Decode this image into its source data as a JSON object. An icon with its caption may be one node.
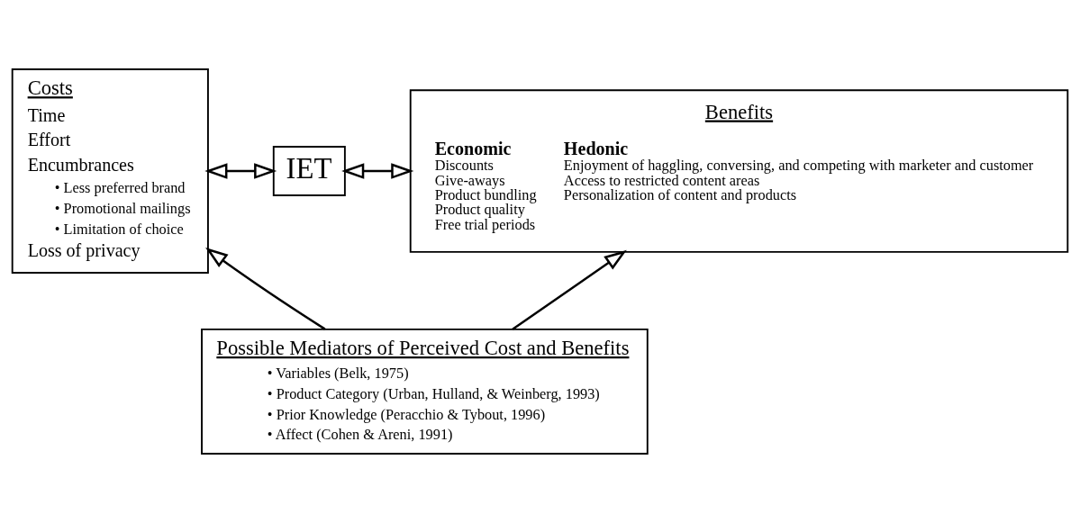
{
  "diagram": {
    "nodes": [
      {
        "text": [
          "Costs",
          "Time",
          "Effort",
          "Encumbrances",
          "• Less preferred brand",
          "• Promotional mailings",
          "• Limitation of choice",
          "Loss of privacy"
        ]
      },
      {
        "text": [
          "IET"
        ]
      },
      {
        "text": [
          "Benefits",
          "Economic",
          "Discounts",
          "Give-aways",
          "Product bundling",
          "Product quality",
          "Free trial periods",
          "Hedonic",
          "Enjoyment of haggling, conversing, and competing with marketer and customer",
          "Access to restricted content areas",
          "Personalization of content and products"
        ]
      },
      {
        "text": [
          "Possible Mediators of Perceived Cost and Benefits",
          "• Variables (Belk, 1975)",
          "• Product Category (Urban, Hulland, & Weinberg, 1993)",
          "• Prior Knowledge (Peracchio & Tybout, 1996)",
          "• Affect (Cohen & Areni, 1991)"
        ]
      }
    ],
    "edges": [
      {
        "from": 0,
        "to": 1,
        "arrow": "both"
      },
      {
        "from": 1,
        "to": 2,
        "arrow": "both"
      },
      {
        "from": 3,
        "to": 0,
        "arrow": "to"
      },
      {
        "from": 3,
        "to": 2,
        "arrow": "to"
      }
    ]
  }
}
